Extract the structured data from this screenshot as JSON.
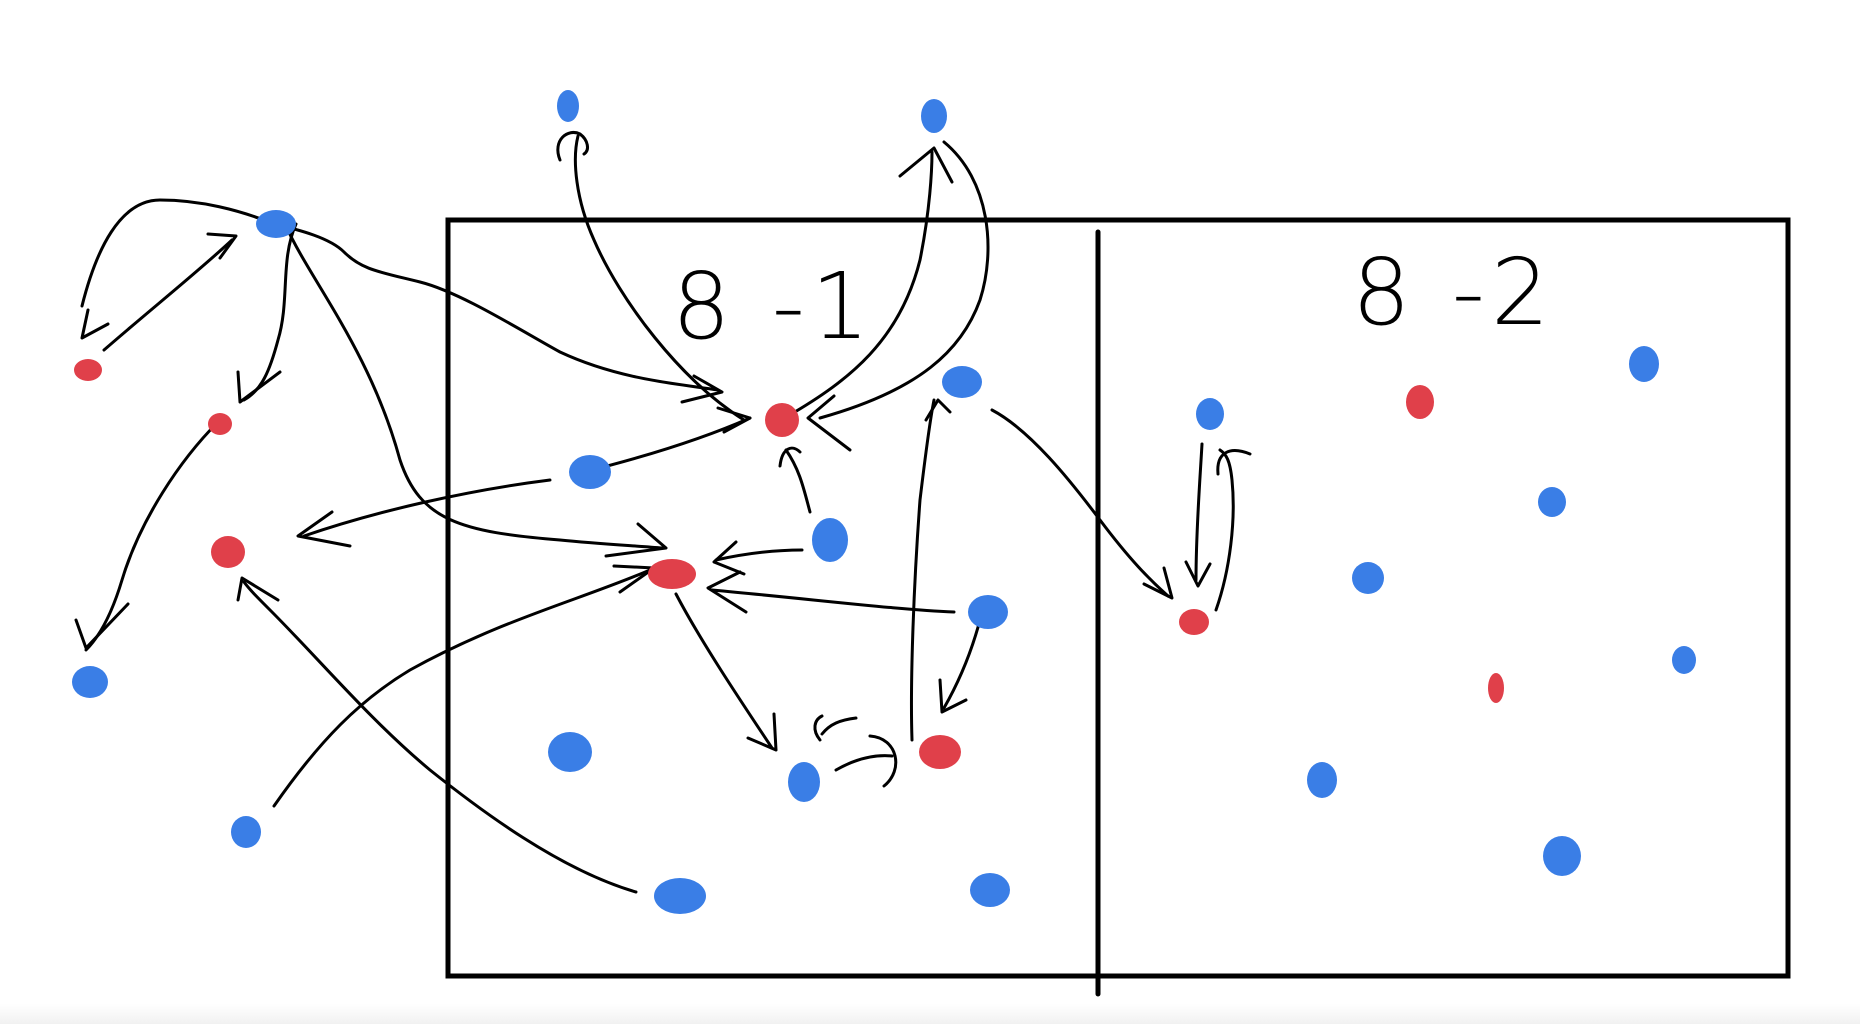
{
  "panels": [
    {
      "id": "panel-8-1",
      "label": "8 -1"
    },
    {
      "id": "panel-8-2",
      "label": "8 -2"
    }
  ],
  "colors": {
    "ink": "#000000",
    "blue_player": "#3a7ee6",
    "red_player": "#e0404a",
    "background": "#ffffff"
  }
}
